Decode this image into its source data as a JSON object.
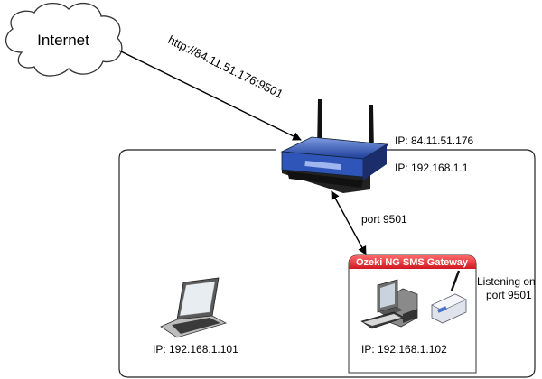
{
  "cloud": {
    "label": "Internet"
  },
  "link_internet": {
    "label": "http://84.11.51.176:9501"
  },
  "router": {
    "wan_ip": "IP: 84.11.51.176",
    "lan_ip": "IP: 192.168.1.1",
    "icon": "wireless-router"
  },
  "link_gateway": {
    "label": "port 9501"
  },
  "gateway": {
    "title": "Ozeki NG SMS Gateway",
    "ip": "IP: 192.168.1.102",
    "listening_line1": "Listening on",
    "listening_line2": "port 9501",
    "icons": [
      "desktop-computer",
      "gsm-modem"
    ]
  },
  "laptop": {
    "ip": "IP: 192.168.1.101",
    "icon": "laptop"
  },
  "colors": {
    "router_blue": "#2f55b8",
    "gateway_title_bg": "#e0202a",
    "gateway_title_text": "#ffffff"
  }
}
